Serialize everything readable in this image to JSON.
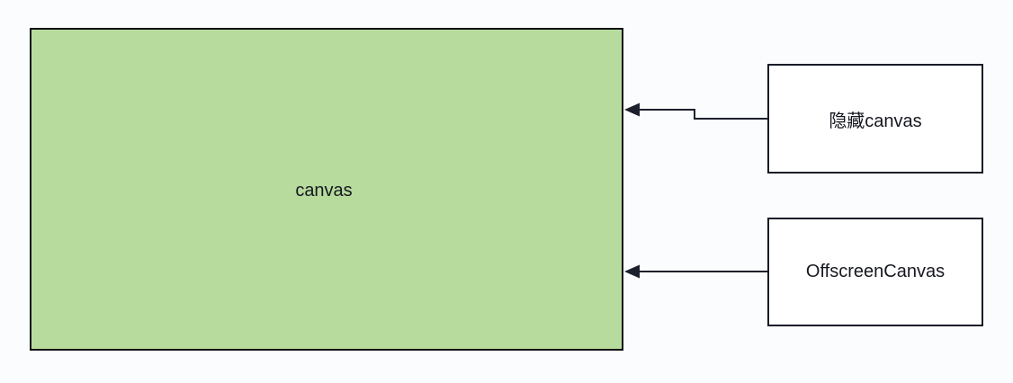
{
  "diagram": {
    "title": "canvas rendering sources diagram",
    "nodes": [
      {
        "id": "canvas",
        "label": "canvas",
        "fill": "#b7db9d",
        "border": "#0c0e12"
      },
      {
        "id": "hidden-canvas",
        "label": "隐藏canvas",
        "fill": "#ffffff",
        "border": "#181c28"
      },
      {
        "id": "offscreen-canvas",
        "label": "OffscreenCanvas",
        "fill": "#ffffff",
        "border": "#181c28"
      }
    ],
    "edges": [
      {
        "from": "hidden-canvas",
        "to": "canvas",
        "type": "elbow-arrow",
        "arrowhead": "filled-triangle",
        "direction": "left"
      },
      {
        "from": "offscreen-canvas",
        "to": "canvas",
        "type": "straight-arrow",
        "arrowhead": "filled-triangle",
        "direction": "left"
      }
    ],
    "colors": {
      "background": "#fbfcfd",
      "canvas_fill": "#b7db9d",
      "node_border": "#181c28",
      "edge_stroke": "#1c202b"
    }
  }
}
